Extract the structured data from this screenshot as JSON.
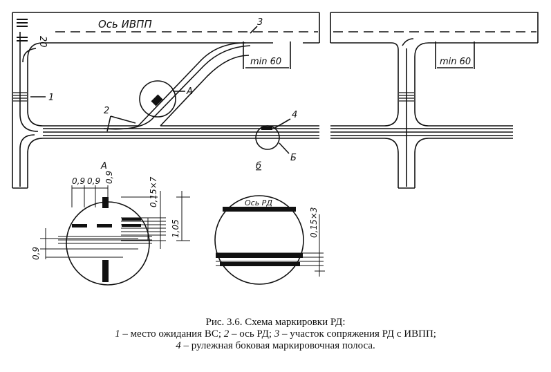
{
  "labels": {
    "runway_axis": "Ось ИВПП",
    "num_20": "20",
    "ref_1": "1",
    "ref_2": "2",
    "ref_3": "3",
    "ref_4": "4",
    "ref_A": "А",
    "ref_B": "Б",
    "sub_b": "б",
    "min60_left": "min 60",
    "min60_right": "min 60",
    "detailA_title": "А",
    "dim_09a": "0,9",
    "dim_09b": "0,9",
    "dim_09c": "0,9",
    "dim_09d": "0,9",
    "dim_015x7": "0,15×7",
    "dim_105": "1,05",
    "dim_015x3": "0,15×3",
    "taxi_axis": "Ось РД"
  },
  "caption": {
    "line1": "Рис. 3.6. Схема маркировки РД:",
    "line2_n1": "1",
    "line2_t1": " – место ожидания ВС; ",
    "line2_n2": "2",
    "line2_t2": " – ось РД; ",
    "line2_n3": "3",
    "line2_t3": " – участок сопряжения РД с ИВПП;",
    "line3_n4": "4",
    "line3_t4": " – рулежная боковая маркировочная полоса."
  }
}
